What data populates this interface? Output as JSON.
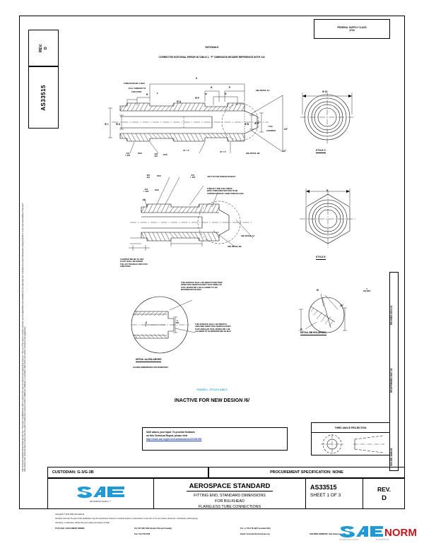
{
  "meta": {
    "rev_label": "REV.",
    "rev_value": "D",
    "doc_number": "AS33515",
    "fsc_line1": "FEDERAL SUPPLY CLASS",
    "fsc_line2": "4730"
  },
  "rationale": {
    "title": "RATIONALE",
    "body": "CORRECTED EDITORIAL ERROR IN TABLE 1, \"F\" DIMENSION HEADER REFERENCE NOTE /10/."
  },
  "left_disclaimer": {
    "line1": "SAE Technical Standards Board Rules provide that: “This report is published by SAE to advance the state of technical and engineering sciences. The use of this report is entirely voluntary, and its applicability and suitability for any particular use, including any patent infringement arising therefrom, is the sole responsibility of the user.”",
    "line2": "SAE reviews each technical report at least every five years at which time it may be revised, reaffirmed, stabilized, or cancelled. SAE invites your written comments and suggestions."
  },
  "right_history": {
    "issued": "ISSUED 1998-06",
    "reaffirmed": "REAFFIRMED 2007-01",
    "revised": "REVISED 2014-11"
  },
  "figure": {
    "caption": "FIGURE 1 - STYLE E AND S",
    "caption_color": "#29a3dd",
    "inactive_note": "INACTIVE FOR NEW DESIGN /6/"
  },
  "drawing_top": {
    "n_dim": "N",
    "thread_relief": "THREAD RELIEF G MAX",
    "full_threads_1": "FULL THREADS TO",
    "full_threads_2": "THIS POINT",
    "r_dim": "R",
    "l_dim": "L",
    "k_dim": "K",
    "phi_q": "Φ Q",
    "phi_p": "Φ P",
    "note_8": "/8/",
    "n2_dim": "N",
    "p_dim": "P",
    "h_dim": "H",
    "see_detail_aa": "SEE DETAIL  AA",
    "phi_j": "Φ J",
    "phi_a": "Φ A",
    "phi_b": "Φ B",
    "phi_v": "Φ V",
    "ydia": "Y DIA",
    "chamfer": "CHAMFER",
    "ang_24": "24°",
    "ang_12": "12°",
    "rad_1": ".010",
    "rad_1b": "± .005",
    "rad_1c": "RAD",
    "rad_2": ".030",
    "rad_2b": ".015",
    "rad_2c": "RAD",
    "ang_45": "45° ± 4°",
    "ang_42": "42° ± 2°",
    "see_detail_bb": "SEE DETAIL BB"
  },
  "drawing_mid": {
    "rad_a1": ".020",
    "rad_a2": ".015",
    "rad_a3": "RAD",
    "rad_b1": ".010",
    "rad_b2": "± .005",
    "rad_b3": "RAD",
    "dim_031": ".031",
    "runout_1": ".015",
    "runout_2": "± .005",
    "runout_3": ".005 TYP FOR THREAD RUNOUT",
    "thread_note_1": "THREAD T PER SAE-AS8879",
    "thread_note_2": "BOTH THREADED SECTION TO BE",
    "thread_note_3": "CONTINUATION OF SAME THREAD LEAD",
    "see_detail_aa": "SEE DETAIL  AA",
    "see_detail_bb": "SEE DETAIL BB",
    "e_dim": "E",
    "chamfer_note_1": "CHAMFER RELIEF TO HEX",
    "chamfer_note_2": "FLATS SHALL BE WITHIN",
    "chamfer_note_3": "THE .015 TRIANGLE AND E DIA",
    "chamfer_note_4": "LIMITATION"
  },
  "detail_aa": {
    "note1_l1": "THIS SURFACE SHALL BE SMOOTH AND FREE",
    "note1_l2": "FROM TOOL MARKS EXCEPT THAT ANNULAR",
    "note1_l3": "TOOL MARKS WILL BE ALLOWED TO 100",
    "note1_l4": "MICROINCHES Ra MAX",
    "note2_l1": "THIS SURFACE SHALL BE SMOOTH",
    "note2_l2": "AND FREE FROM TOOL MARKS EXCEPT",
    "note2_l3": "THAT ANNULAR TOOL MARKS WILL BE",
    "note2_l4": "ALLOWED TO 32 MICROINCHES Ra MAX",
    "x_dim": "X",
    "u_dim": "U",
    "u_dia": "DIA",
    "title": "DETAIL  AA  ENLARGED",
    "sub": "GAGING DIMENSIONS FOR DIAMETERS"
  },
  "detail_bb": {
    "m_dim": "M",
    "w_dim": "W",
    "ang": "15°",
    "a_dia_ref_1": "A",
    "a_dia_ref_2": "DIA REF",
    "title": "DETAIL  BB  ENLARGED"
  },
  "style_s": {
    "label": "STYLE  S",
    "dim": "Φ G"
  },
  "style_e": {
    "label": "STYLE  E",
    "dim": "E"
  },
  "feedback": {
    "line1": "SAE values your input. To provide feedback",
    "line2": "on this Technical Report, please visit",
    "url": "http://www.sae.org/technical/standards/AS33515D"
  },
  "projection": {
    "label": "THIRD ANGLE PROJECTION"
  },
  "title_block": {
    "custodian": "CUSTODIAN: G-3/G-3B",
    "procurement": "PROCUREMENT SPECIFICATION: NONE",
    "standard_title": "AEROSPACE STANDARD",
    "subtitle_1": "FITTING END, STANDARD DIMENSIONS",
    "subtitle_2": "FOR BULKHEAD",
    "subtitle_3": "FLARELESS TUBE CONNECTIONS",
    "doc_number": "AS33515",
    "sheet": "SHEET 1 OF 3",
    "rev_label": "REV.",
    "rev_value": "D",
    "logo_text": "SAE",
    "logo_sub": "INTERNATIONAL™",
    "logo_color": "#1f9ad6"
  },
  "footer": {
    "copyright": "Copyright © 2014 SAE International",
    "rights_1": "All rights reserved. No part of this publication may be reproduced, stored in a retrieval system or transmitted, in any form or by any means, electronic, mechanical, photocopying,",
    "rights_2": "recording, or otherwise, without the prior written permission of SAE.",
    "order_label": "TO PLACE A DOCUMENT ORDER:",
    "tel_us": "Tel: 877-606-7323 (inside USA and Canada)",
    "tel_out": "Tel: +1 724-776-4970 (outside USA)",
    "fax": "Fax: 724-776-0790",
    "email": "Email: CustomerService@sae.org",
    "web": "SAE WEB ADDRESS:  http://www.sae.org",
    "watermark_1": "SAE",
    "watermark_2": "SAE NORM",
    "watermark_sub1": "INTERNATIONAL",
    "watermark_sub2": "STANDARD"
  }
}
